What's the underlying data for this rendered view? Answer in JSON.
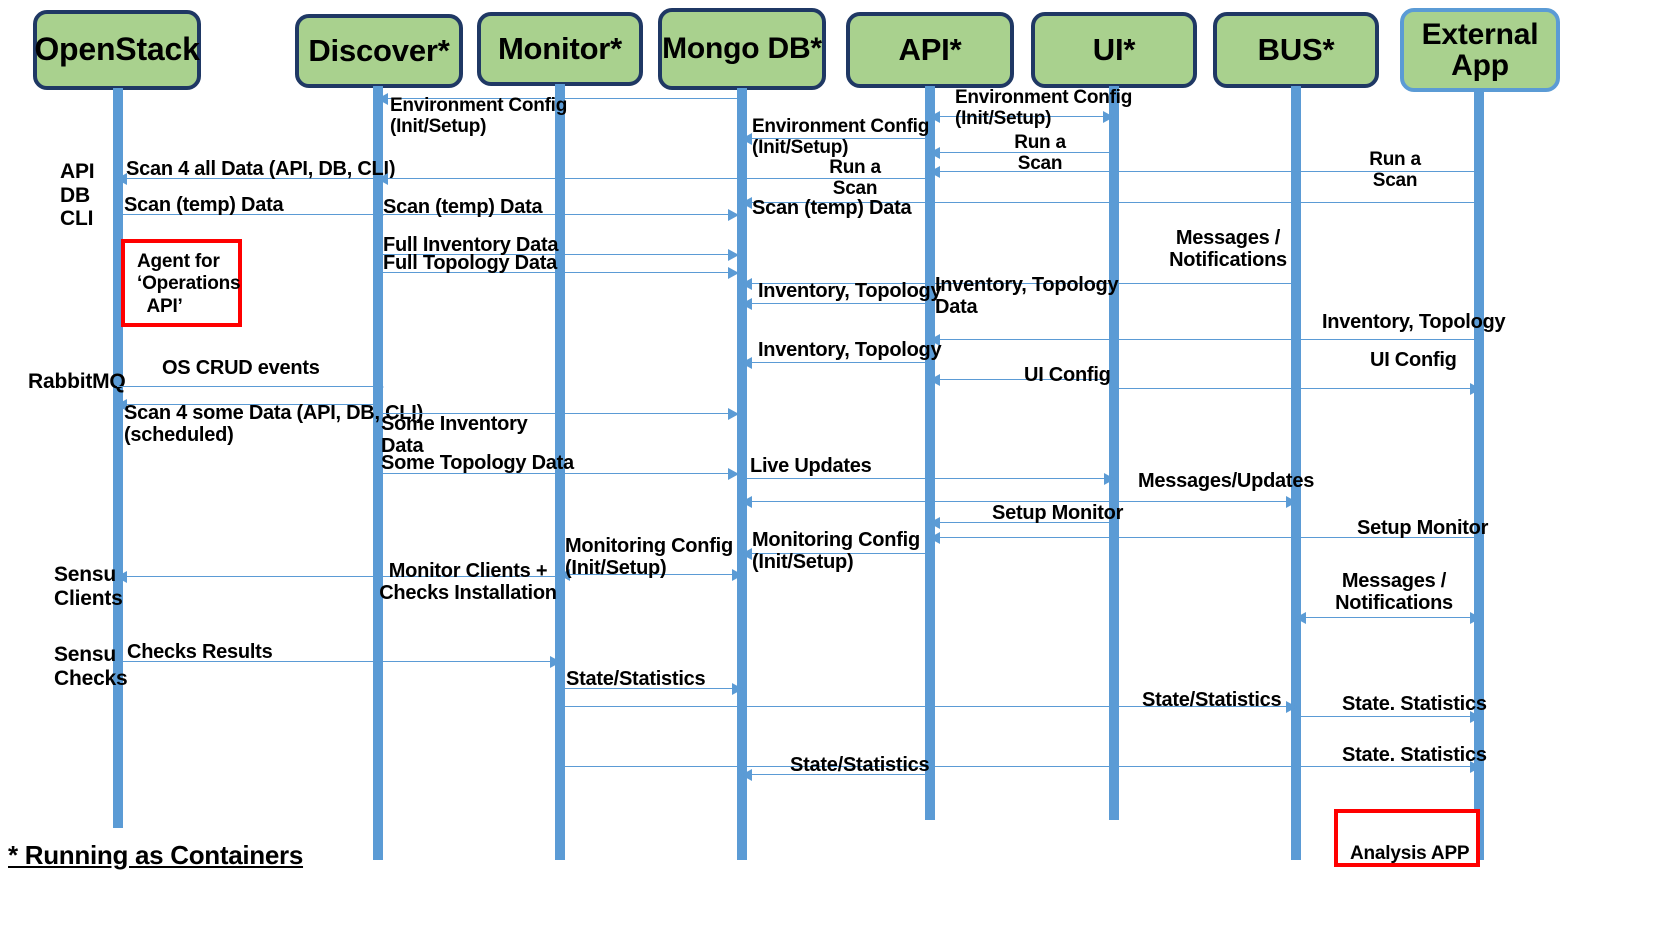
{
  "diagram": {
    "type": "uml-sequence-diagram",
    "title_note": "* Running as Containers",
    "colors": {
      "actor_fill": "#a9d18e",
      "actor_border": "#1f3864",
      "lifeline": "#5b9bd5",
      "arrow": "#5b9bd5",
      "note_border": "#ff0000",
      "text": "#000000",
      "background": "#ffffff"
    }
  },
  "actors": [
    {
      "id": "openstack",
      "label": "OpenStack"
    },
    {
      "id": "discover",
      "label": "Discover*"
    },
    {
      "id": "monitor",
      "label": "Monitor*"
    },
    {
      "id": "mongodb",
      "label": "Mongo\nDB*"
    },
    {
      "id": "api",
      "label": "API*"
    },
    {
      "id": "ui",
      "label": "UI*"
    },
    {
      "id": "bus",
      "label": "BUS*"
    },
    {
      "id": "externalapp",
      "label": "External\nApp"
    }
  ],
  "side_labels": [
    {
      "id": "api-db-cli",
      "text": "API\nDB\nCLI"
    },
    {
      "id": "rabbitmq",
      "text": "RabbitMQ"
    },
    {
      "id": "sensu-clients",
      "text": "Sensu\nClients"
    },
    {
      "id": "sensu-checks",
      "text": "Sensu\nChecks"
    }
  ],
  "notes": [
    {
      "id": "agent-operations-api",
      "text": "Agent for\n‘Operations\n  API’"
    },
    {
      "id": "analysis-app",
      "text": "Analysis APP"
    }
  ],
  "messages": [
    {
      "id": "m01",
      "text": "Environment Config\n(Init/Setup)",
      "from": "mongodb",
      "to": "discover",
      "dir": "left"
    },
    {
      "id": "m02",
      "text": "Environment Config\n(Init/Setup)",
      "from": "api",
      "to": "mongodb",
      "dir": "left"
    },
    {
      "id": "m03",
      "text": "Environment Config\n(Init/Setup)",
      "from": "ui",
      "to": "api",
      "dir": "left"
    },
    {
      "id": "m04",
      "text": "Run a\nScan",
      "from": "ui",
      "to": "api",
      "dir": "left"
    },
    {
      "id": "m05",
      "text": "Run a\nScan",
      "from": "externalapp",
      "to": "api",
      "dir": "left"
    },
    {
      "id": "m06",
      "text": "Scan 4 all Data (API, DB, CLI)",
      "from": "discover",
      "to": "openstack",
      "dir": "left"
    },
    {
      "id": "m07",
      "text": "Run a\nScan",
      "from": "api",
      "to": "discover",
      "dir": "left"
    },
    {
      "id": "m08",
      "text": "Scan (temp) Data",
      "from": "openstack",
      "to": "mongodb",
      "dir": "right"
    },
    {
      "id": "m09",
      "text": "Scan (temp) Data",
      "from": "discover",
      "to": "mongodb",
      "dir": "right"
    },
    {
      "id": "m10",
      "text": "Full Inventory Data",
      "from": "discover",
      "to": "mongodb",
      "dir": "right"
    },
    {
      "id": "m11",
      "text": "Full Topology Data",
      "from": "discover",
      "to": "mongodb",
      "dir": "right"
    },
    {
      "id": "m12",
      "text": "Messages /\nNotifications",
      "from": "bus",
      "to": "mongodb",
      "dir": "left"
    },
    {
      "id": "m13",
      "text": "Inventory, Topology\nData",
      "from": "api",
      "to": "mongodb",
      "dir": "left"
    },
    {
      "id": "m14",
      "text": "Inventory, Topology",
      "from": "api",
      "to": "mongodb",
      "dir": "left"
    },
    {
      "id": "m15",
      "text": "Inventory, Topology",
      "from": "externalapp",
      "to": "api",
      "dir": "left"
    },
    {
      "id": "m16",
      "text": "Inventory, Topology",
      "from": "api",
      "to": "mongodb",
      "dir": "left"
    },
    {
      "id": "m17",
      "text": "UI Config",
      "from": "ui",
      "to": "api",
      "dir": "left"
    },
    {
      "id": "m18",
      "text": "UI Config",
      "from": "ui",
      "to": "externalapp",
      "dir": "right"
    },
    {
      "id": "m19",
      "text": "OS CRUD events",
      "from": "openstack",
      "to": "discover",
      "dir": "right"
    },
    {
      "id": "m20",
      "text": "Scan 4 some Data (API, DB, CLI)\n(scheduled)",
      "from": "discover",
      "to": "openstack",
      "dir": "left"
    },
    {
      "id": "m21",
      "text": "Some Inventory\nData",
      "from": "discover",
      "to": "mongodb",
      "dir": "right"
    },
    {
      "id": "m22",
      "text": "Some Topology Data",
      "from": "discover",
      "to": "mongodb",
      "dir": "right"
    },
    {
      "id": "m23",
      "text": "Live Updates",
      "from": "mongodb",
      "to": "ui",
      "dir": "right"
    },
    {
      "id": "m24",
      "text": "Messages/Updates",
      "from": "ui",
      "to": "bus",
      "dir": "right"
    },
    {
      "id": "m25",
      "text": "Setup Monitor",
      "from": "ui",
      "to": "api",
      "dir": "left"
    },
    {
      "id": "m26",
      "text": "Setup Monitor",
      "from": "externalapp",
      "to": "api",
      "dir": "left"
    },
    {
      "id": "m27",
      "text": "Monitoring Config\n(Init/Setup)",
      "from": "api",
      "to": "mongodb",
      "dir": "left"
    },
    {
      "id": "m28",
      "text": "Monitoring Config\n(Init/Setup)",
      "from": "mongodb",
      "to": "monitor",
      "dir": "left"
    },
    {
      "id": "m29",
      "text": "Monitor Clients +\nChecks Installation",
      "from": "monitor",
      "to": "openstack",
      "dir": "left"
    },
    {
      "id": "m30",
      "text": "Messages /\nNotifications",
      "from": "bus",
      "to": "externalapp",
      "dir": "both"
    },
    {
      "id": "m31",
      "text": "Checks Results",
      "from": "openstack",
      "to": "monitor",
      "dir": "right"
    },
    {
      "id": "m32",
      "text": "State/Statistics",
      "from": "monitor",
      "to": "mongodb",
      "dir": "right"
    },
    {
      "id": "m33",
      "text": "State/Statistics",
      "from": "monitor",
      "to": "bus",
      "dir": "right"
    },
    {
      "id": "m34",
      "text": "State. Statistics",
      "from": "bus",
      "to": "externalapp",
      "dir": "right"
    },
    {
      "id": "m35",
      "text": "State. Statistics",
      "from": "monitor",
      "to": "externalapp",
      "dir": "right"
    },
    {
      "id": "m36",
      "text": "State/Statistics",
      "from": "api",
      "to": "mongodb",
      "dir": "left"
    }
  ]
}
